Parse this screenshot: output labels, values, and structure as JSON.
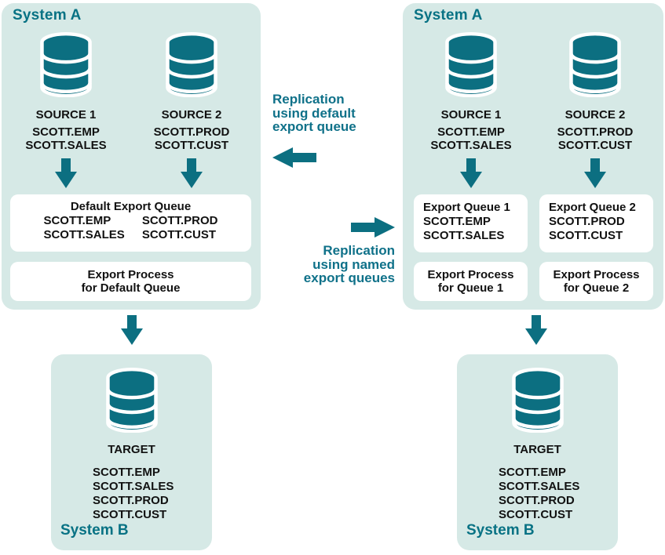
{
  "colors": {
    "teal_shape": "#0C6F81",
    "teal_heading": "#087284",
    "teal_label": "#0F7189",
    "panel_bg": "#D6E9E6",
    "box_bg": "#FFFFFF",
    "text": "#111111"
  },
  "left": {
    "systemA": {
      "title": "System A",
      "sources": [
        {
          "label": "SOURCE 1",
          "tables": [
            "SCOTT.EMP",
            "SCOTT.SALES"
          ]
        },
        {
          "label": "SOURCE 2",
          "tables": [
            "SCOTT.PROD",
            "SCOTT.CUST"
          ]
        }
      ],
      "queue": {
        "title": "Default Export Queue",
        "col1": [
          "SCOTT.EMP",
          "SCOTT.SALES"
        ],
        "col2": [
          "SCOTT.PROD",
          "SCOTT.CUST"
        ]
      },
      "process": {
        "lines": [
          "Export Process",
          "for Default Queue"
        ]
      }
    },
    "systemB": {
      "title": "System B",
      "target_label": "TARGET",
      "tables": [
        "SCOTT.EMP",
        "SCOTT.SALES",
        "SCOTT.PROD",
        "SCOTT.CUST"
      ]
    }
  },
  "middle": {
    "default_label": {
      "lines": [
        "Replication",
        "using default",
        "export queue"
      ]
    },
    "named_label": {
      "lines": [
        "Replication",
        "using named",
        "export queues"
      ]
    }
  },
  "right": {
    "systemA": {
      "title": "System A",
      "sources": [
        {
          "label": "SOURCE 1",
          "tables": [
            "SCOTT.EMP",
            "SCOTT.SALES"
          ]
        },
        {
          "label": "SOURCE 2",
          "tables": [
            "SCOTT.PROD",
            "SCOTT.CUST"
          ]
        }
      ],
      "queues": [
        {
          "title": "Export Queue 1",
          "tables": [
            "SCOTT.EMP",
            "SCOTT.SALES"
          ]
        },
        {
          "title": "Export Queue 2",
          "tables": [
            "SCOTT.PROD",
            "SCOTT.CUST"
          ]
        }
      ],
      "processes": [
        {
          "lines": [
            "Export Process",
            "for Queue 1"
          ]
        },
        {
          "lines": [
            "Export Process",
            "for Queue 2"
          ]
        }
      ]
    },
    "systemB": {
      "title": "System B",
      "target_label": "TARGET",
      "tables": [
        "SCOTT.EMP",
        "SCOTT.SALES",
        "SCOTT.PROD",
        "SCOTT.CUST"
      ]
    }
  }
}
